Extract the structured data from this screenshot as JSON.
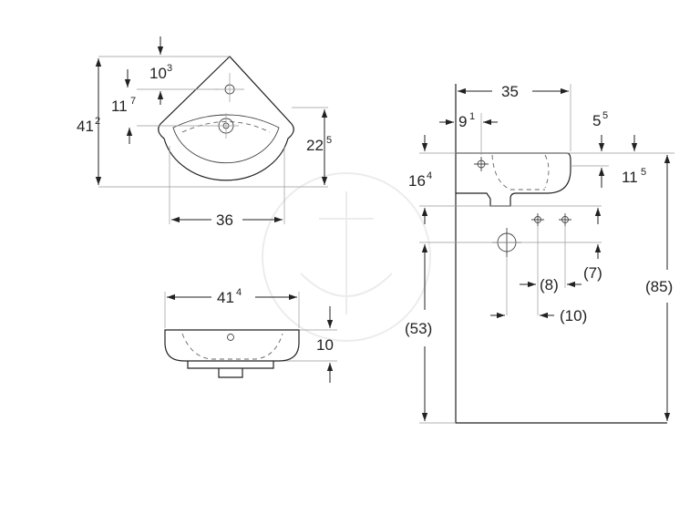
{
  "dimensions": {
    "top_view": {
      "d10_3": {
        "main": "10",
        "sup": "3"
      },
      "d11_7": {
        "main": "11",
        "sup": "7"
      },
      "d41_2": {
        "main": "41",
        "sup": "2"
      },
      "d22_5": {
        "main": "22",
        "sup": "5"
      },
      "d36": "36"
    },
    "front_view": {
      "d41_4": {
        "main": "41",
        "sup": "4"
      },
      "d10": "10"
    },
    "side_view": {
      "d35": "35",
      "d9_1": {
        "main": "9",
        "sup": "1"
      },
      "d5_5": {
        "main": "5",
        "sup": "5"
      },
      "d16_4": {
        "main": "16",
        "sup": "4"
      },
      "d11_5": {
        "main": "11",
        "sup": "5"
      },
      "d8": "(8)",
      "d7": "(7)",
      "d85": "(85)",
      "d53": "(53)",
      "d10p": "(10)"
    }
  },
  "colors": {
    "line": "#222222",
    "watermark": "#ececec",
    "background": "#ffffff"
  }
}
